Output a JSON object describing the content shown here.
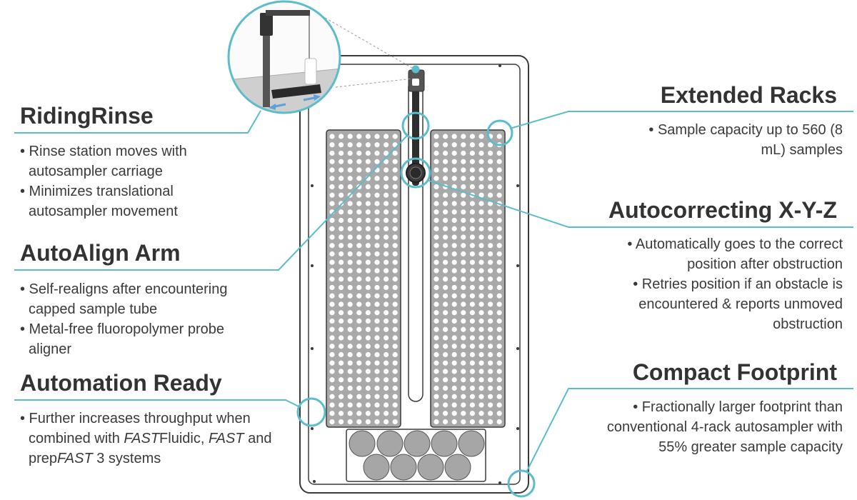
{
  "features": {
    "riding_rinse": {
      "title": "RidingRinse",
      "bullets": [
        "• Rinse station moves with autosampler carriage",
        "• Minimizes translational autosampler movement"
      ]
    },
    "autoalign": {
      "title": "AutoAlign Arm",
      "bullets": [
        "• Self-realigns after encountering capped sample tube",
        "• Metal-free fluoropolymer probe aligner"
      ]
    },
    "automation": {
      "title": "Automation Ready",
      "bullet_prefix": "• Further increases throughput when combined with ",
      "fast_fluidic_italic": "FAST",
      "fluidic": "Fluidic, ",
      "fast_italic": "FAST",
      "and_prep": " and prep",
      "prep_fast_italic": "FAST",
      "suffix": " 3 systems"
    },
    "extended_racks": {
      "title": "Extended Racks",
      "bullets": [
        "• Sample capacity up to 560 (8 mL) samples"
      ]
    },
    "autocorrecting": {
      "title": "Autocorrecting X-Y-Z",
      "bullets": [
        "• Automatically goes to the correct position after obstruction",
        "• Retries position if an obstacle is encountered & reports unmoved obstruction"
      ]
    },
    "compact": {
      "title": "Compact Footprint",
      "bullets": [
        "• Fractionally larger footprint than conventional 4-rack autosampler with 55% greater sample capacity"
      ]
    }
  },
  "colors": {
    "accent": "#5bbccb",
    "title": "#333333",
    "text": "#3a3a3a",
    "device_outline": "#3a3a3a",
    "rack_fill": "#a9a9a9",
    "well_fill": "#ffffff",
    "bottle_fill": "#a6a6a6"
  }
}
